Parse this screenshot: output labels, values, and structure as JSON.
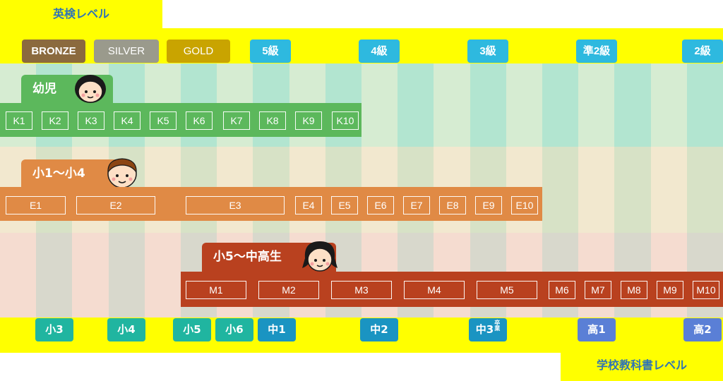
{
  "header": {
    "title": "英検レベル"
  },
  "footer": {
    "title": "学校教科書レベル"
  },
  "eiken_levels": [
    "BRONZE",
    "SILVER",
    "GOLD",
    "5級",
    "4級",
    "3級",
    "準2級",
    "2級"
  ],
  "school_grades": {
    "sho3": "小3",
    "sho4": "小4",
    "sho5": "小5",
    "sho6": "小6",
    "chu1": "中1",
    "chu2": "中2",
    "chu3": "中3",
    "chu3_note": "卒業",
    "ko1": "高1",
    "ko2": "高2"
  },
  "courses": {
    "kindergarten": {
      "label": "幼児",
      "levels": [
        "K1",
        "K2",
        "K3",
        "K4",
        "K5",
        "K6",
        "K7",
        "K8",
        "K9",
        "K10"
      ]
    },
    "elementary": {
      "label": "小1〜小4",
      "levels": [
        "E1",
        "E2",
        "E3",
        "E4",
        "E5",
        "E6",
        "E7",
        "E8",
        "E9",
        "E10"
      ]
    },
    "middle": {
      "label": "小5〜中高生",
      "levels": [
        "M1",
        "M2",
        "M3",
        "M4",
        "M5",
        "M6",
        "M7",
        "M8",
        "M9",
        "M10"
      ]
    }
  },
  "colors": {
    "yellow": "#ffff00",
    "title_blue": "#2f74b5",
    "bronze": "#8b6a3e",
    "silver": "#9a9a8c",
    "gold": "#c9a400",
    "eiken_blue": "#2eb9df",
    "kindergarten": "#5cb85c",
    "elementary": "#e08a45",
    "middle": "#b9411f",
    "school_teal": "#20b5a0",
    "school_blue": "#1a94c2",
    "school_indigo": "#5a7fd6"
  }
}
